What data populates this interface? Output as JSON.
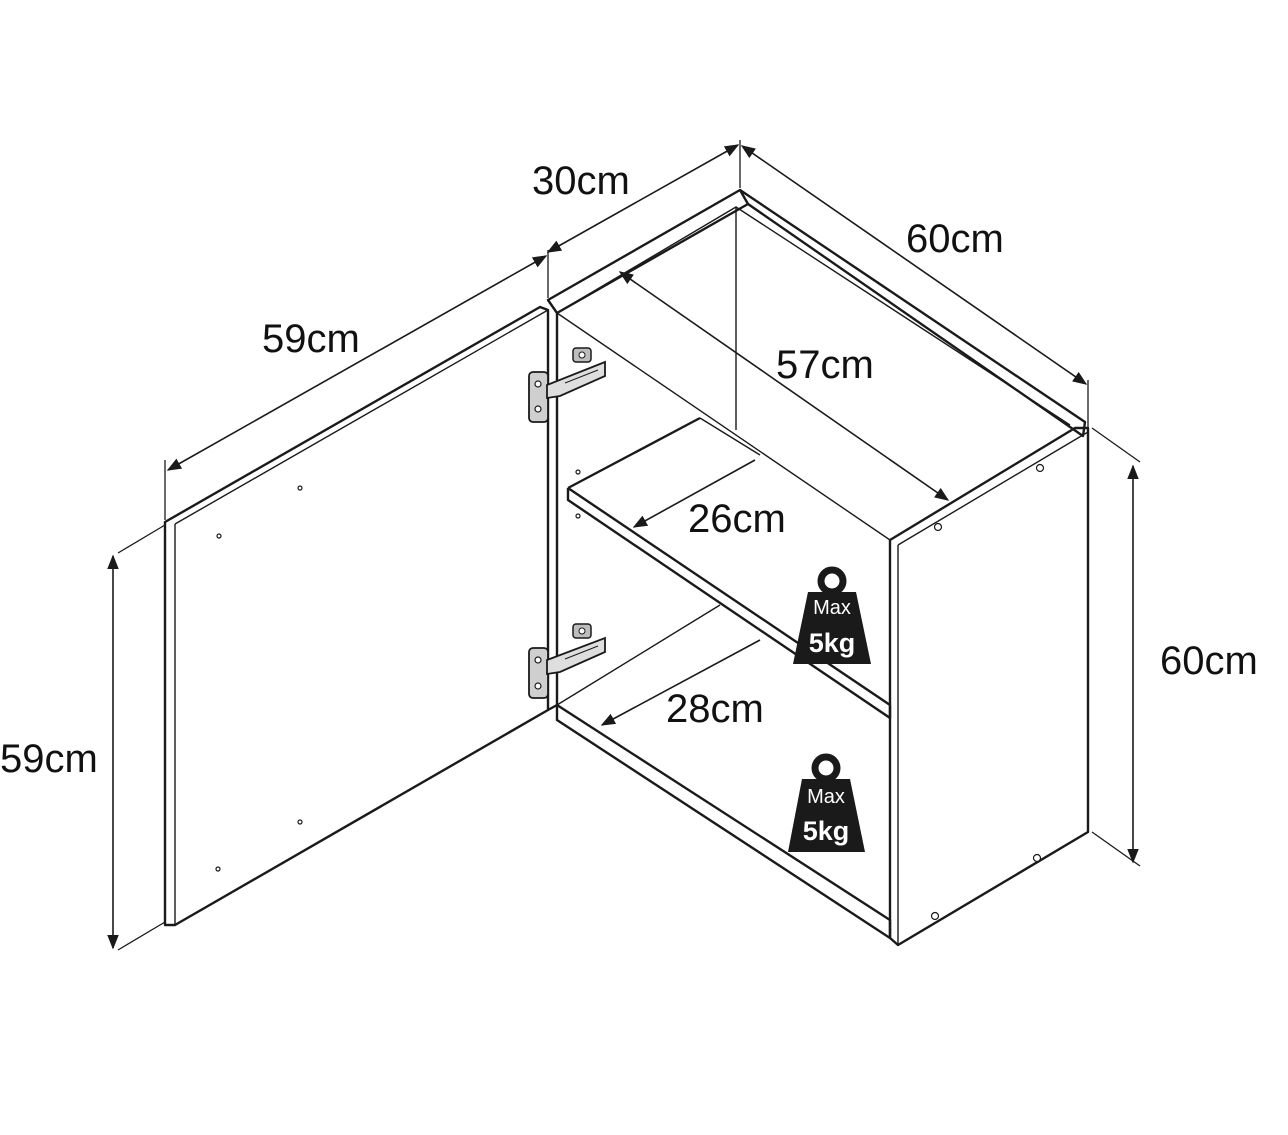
{
  "dimensions": {
    "door_width": "59cm",
    "depth": "30cm",
    "width": "60cm",
    "inner_width": "57cm",
    "shelf_depth_upper": "26cm",
    "shelf_depth_lower": "28cm",
    "height": "60cm",
    "door_height": "59cm"
  },
  "weight_limits": [
    {
      "label": "Max",
      "value": "5kg"
    },
    {
      "label": "Max",
      "value": "5kg"
    }
  ],
  "colors": {
    "line": "#1a1a1a",
    "weight_fill": "#1a1a1a",
    "background": "#ffffff"
  }
}
